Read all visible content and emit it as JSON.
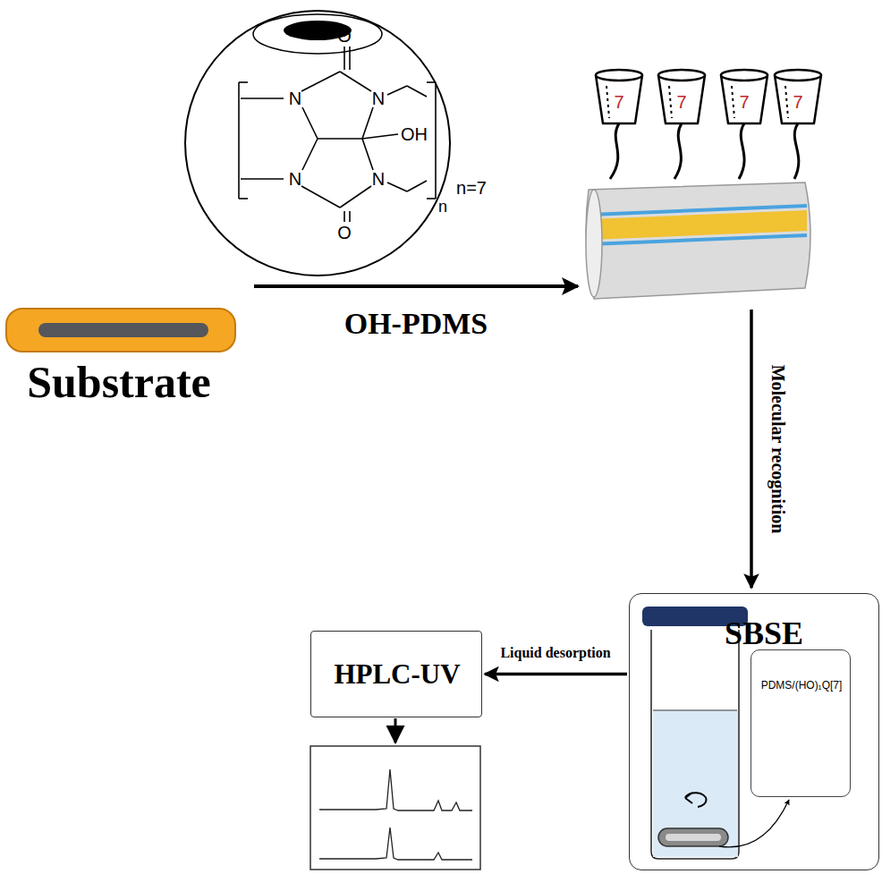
{
  "diagram": {
    "nodes": [
      {
        "text": [
          "Substrate"
        ]
      },
      {
        "text": [
          "O",
          "N",
          "N",
          "OH",
          "N",
          "N",
          "O",
          "n",
          "n=7"
        ]
      },
      {
        "text": [
          "7",
          "7",
          "7",
          "7"
        ]
      },
      {
        "text": [
          "SBSE"
        ]
      },
      {
        "text": [
          "PDMS/(HO)₁Q[7]"
        ],
        "in": 3
      },
      {
        "text": [
          "HPLC-UV"
        ]
      }
    ],
    "edges": [
      {
        "from": 0,
        "to": 2,
        "label": "OH-PDMS",
        "arrow": "to"
      },
      {
        "from": 2,
        "to": 3,
        "label": "Molecular recognition",
        "arrow": "to"
      },
      {
        "from": 3,
        "to": 5,
        "label": "Liquid desorption",
        "arrow": "to"
      }
    ]
  }
}
